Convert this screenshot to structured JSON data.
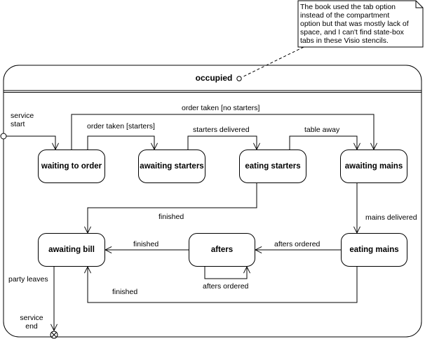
{
  "note": {
    "lines": [
      "The book used the tab option",
      "instead of the compartment",
      "option but that was mostly lack of",
      "space, and I can't find state-box",
      "tabs in these Visio stencils."
    ]
  },
  "composite_state": {
    "title": "occupied"
  },
  "states": {
    "waiting_to_order": "waiting to order",
    "awaiting_starters": "awaiting starters",
    "eating_starters": "eating starters",
    "awaiting_mains": "awaiting mains",
    "awaiting_bill": "awaiting bill",
    "afters": "afters",
    "eating_mains": "eating mains"
  },
  "transitions": {
    "service_start": [
      "service",
      "start"
    ],
    "order_taken_no_starters": "order taken [no starters]",
    "order_taken_starters": "order taken [starters]",
    "starters_delivered": "starters delivered",
    "table_away": "table away",
    "finished_starters": "finished",
    "mains_delivered": "mains delivered",
    "finished_afters": "finished",
    "afters_ordered": "afters ordered",
    "afters_ordered_self": "afters ordered",
    "finished_mains": "finished",
    "party_leaves": "party leaves",
    "service_end": [
      "service",
      "end"
    ]
  }
}
